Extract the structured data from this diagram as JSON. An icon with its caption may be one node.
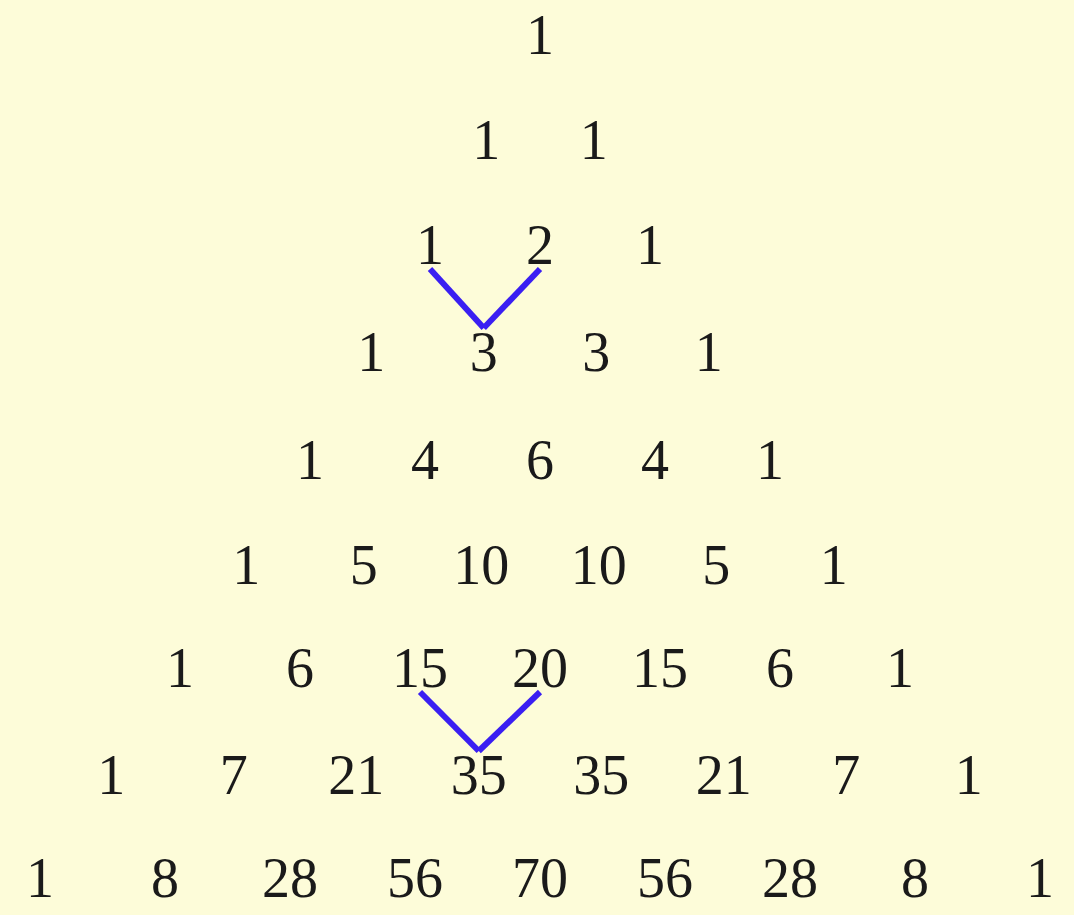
{
  "diagram": {
    "nodes": [
      {
        "text": [
          "1"
        ]
      },
      {
        "text": [
          "2"
        ]
      },
      {
        "text": [
          "3"
        ]
      },
      {
        "text": [
          "15"
        ]
      },
      {
        "text": [
          "20"
        ]
      },
      {
        "text": [
          "35"
        ]
      }
    ],
    "edges": [
      {
        "from": 0,
        "to": 2,
        "arrow": "none"
      },
      {
        "from": 1,
        "to": 2,
        "arrow": "none"
      },
      {
        "from": 3,
        "to": 5,
        "arrow": "none"
      },
      {
        "from": 4,
        "to": 5,
        "arrow": "none"
      }
    ],
    "labels": [
      "1",
      "1",
      "1",
      "1",
      "1",
      "3",
      "1",
      "1",
      "4",
      "6",
      "4",
      "1",
      "1",
      "5",
      "10",
      "10",
      "5",
      "1",
      "1",
      "6",
      "15",
      "6",
      "1",
      "1",
      "7",
      "21",
      "35",
      "21",
      "7",
      "1",
      "1",
      "8",
      "28",
      "56",
      "70",
      "56",
      "28",
      "8",
      "1"
    ]
  }
}
